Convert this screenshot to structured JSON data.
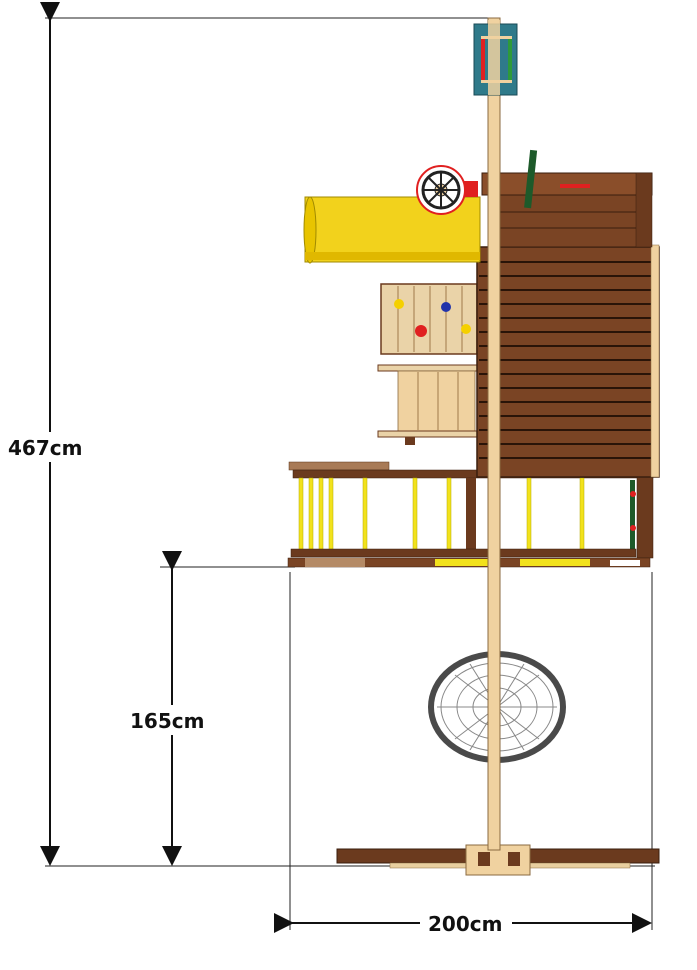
{
  "dimensions": {
    "total_height": "467cm",
    "platform_height": "165cm",
    "width": "200cm"
  },
  "colors": {
    "wood_dark": "#6b3a1e",
    "wood_medium": "#7a4424",
    "wood_light": "#f0d2a0",
    "slide_yellow": "#f2d21c",
    "panel_teal": "#2f7a8a",
    "net_gray": "#4a4a4a",
    "hold_red": "#e02020",
    "hold_blue": "#2233aa",
    "hold_yellow": "#f5d000",
    "lattice_green": "#1d5a2a"
  }
}
